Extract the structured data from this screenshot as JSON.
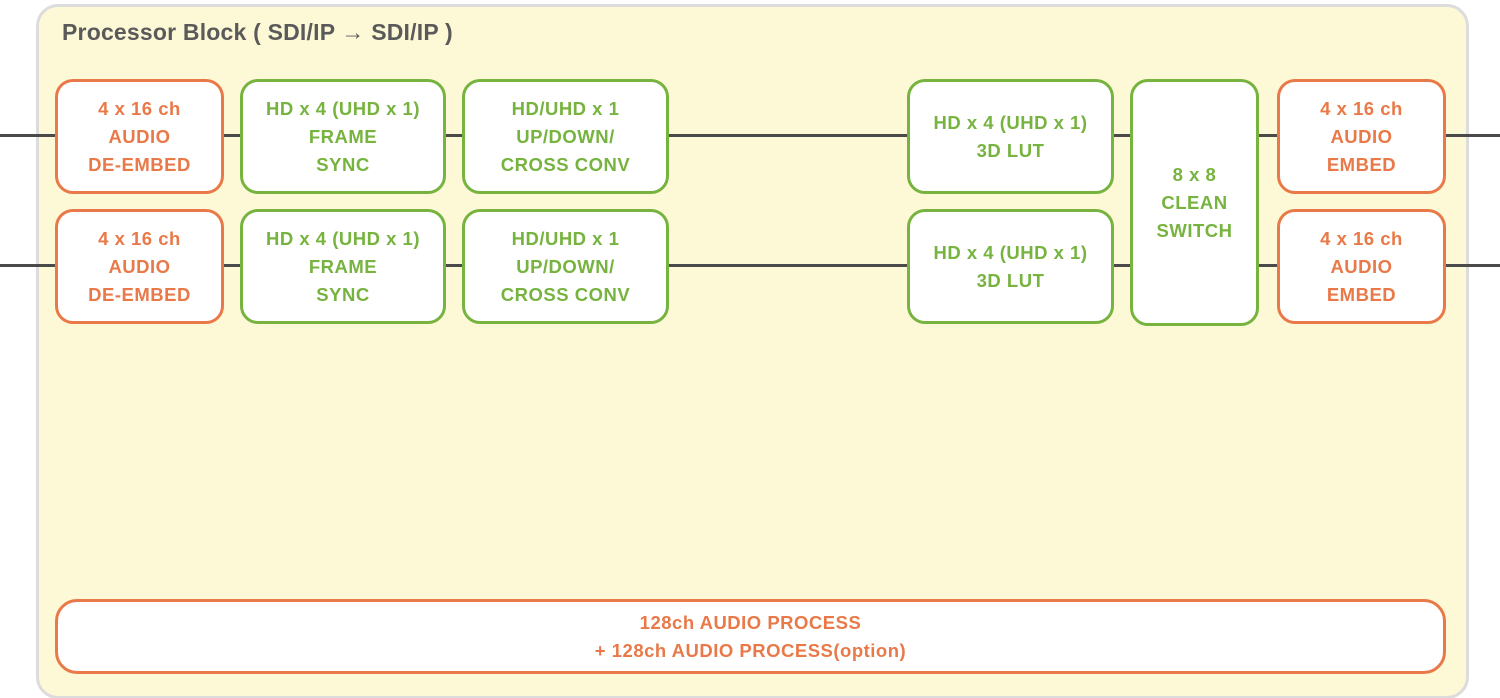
{
  "panel": {
    "title": "Processor Block ( SDI/IP → SDI/IP )"
  },
  "colors": {
    "audio_block": "#e97948",
    "video_block": "#77b33f",
    "panel_background": "#fdf9d6",
    "panel_border": "#dcdcdc",
    "signal_line": "#4a4a4a"
  },
  "rows": [
    {
      "deembed": [
        "4 x 16 ch",
        "AUDIO",
        "DE-EMBED"
      ],
      "frame_sync": [
        "HD x 4 (UHD x 1)",
        "FRAME",
        "SYNC"
      ],
      "converter": [
        "HD/UHD x 1",
        "UP/DOWN/",
        "CROSS CONV"
      ],
      "lut": [
        "HD x 4 (UHD x 1)",
        "3D LUT"
      ],
      "embed": [
        "4 x 16 ch",
        "AUDIO",
        "EMBED"
      ]
    },
    {
      "deembed": [
        "4 x 16 ch",
        "AUDIO",
        "DE-EMBED"
      ],
      "frame_sync": [
        "HD x 4 (UHD x 1)",
        "FRAME",
        "SYNC"
      ],
      "converter": [
        "HD/UHD x 1",
        "UP/DOWN/",
        "CROSS CONV"
      ],
      "lut": [
        "HD x 4 (UHD x 1)",
        "3D LUT"
      ],
      "embed": [
        "4 x 16 ch",
        "AUDIO",
        "EMBED"
      ]
    }
  ],
  "clean_switch": [
    "8 x 8",
    "CLEAN",
    "SWITCH"
  ],
  "audio_process": [
    "128ch AUDIO PROCESS",
    "+ 128ch AUDIO PROCESS(option)"
  ]
}
